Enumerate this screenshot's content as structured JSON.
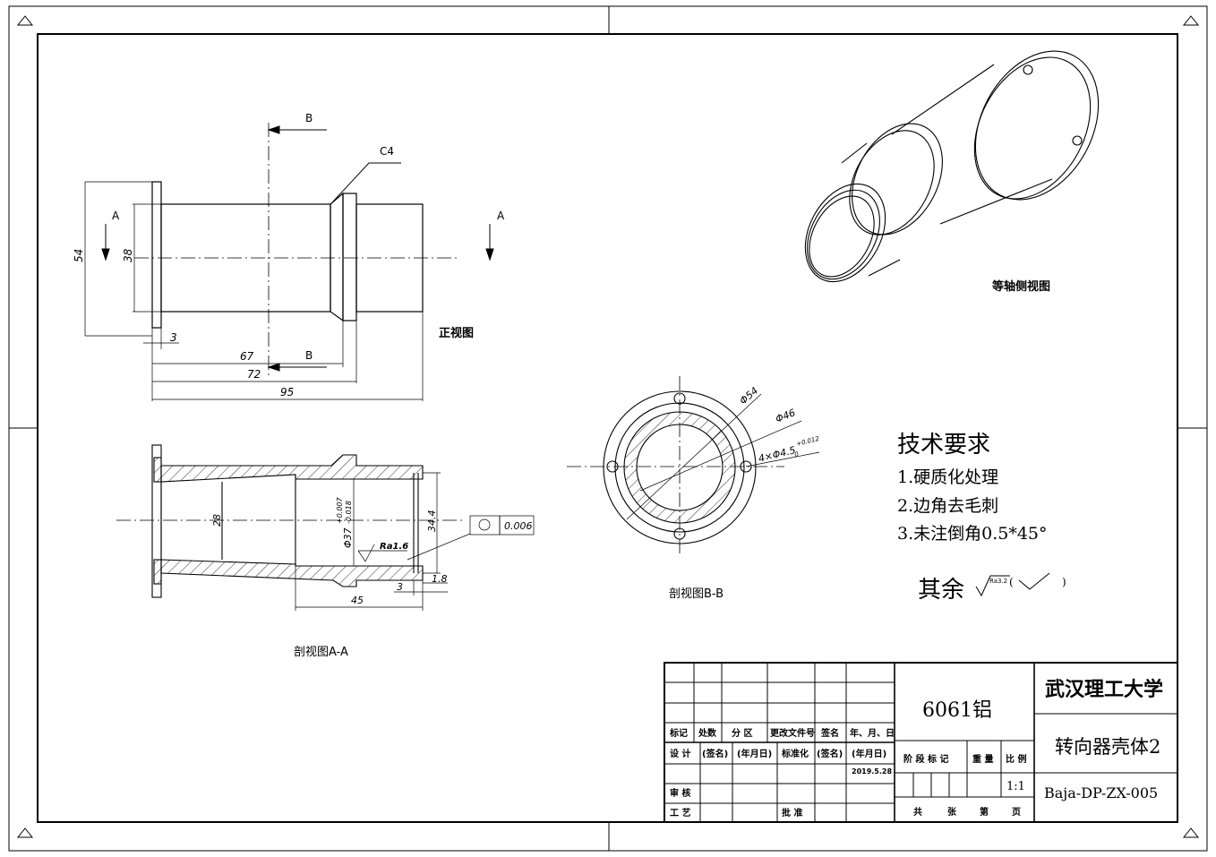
{
  "views": {
    "front_title": "正视图",
    "iso_title": "等轴侧视图",
    "section_a_title": "剖视图A-A",
    "section_b_title": "剖视图B-B"
  },
  "front_view": {
    "section_letter_a": "A",
    "section_letter_b": "B",
    "chamfer_note": "C4",
    "dim_overall_height": "54",
    "dim_bore": "38",
    "dim_flange_thickness": "3",
    "dim_67": "67",
    "dim_72": "72",
    "dim_95": "95"
  },
  "section_a": {
    "dim_28": "28",
    "dim_bore_tol": "Φ37",
    "tol_upper": "+0.007",
    "tol_lower": "-0.018",
    "dim_34_4": "34.4",
    "dim_3": "3",
    "dim_1_8": "1.8",
    "dim_45": "45",
    "roughness": "Ra1.6",
    "circularity_tol": "0.006"
  },
  "section_b": {
    "dim_54": "Φ54",
    "dim_46": "Φ46",
    "hole_spec": "4×Φ4.5",
    "hole_tol": "+0.012",
    "hole_tol_low": "0"
  },
  "tech_req": {
    "heading": "技术要求",
    "item1": "1.硬质化处理",
    "item2": "2.边角去毛刺",
    "item3": "3.未注倒角0.5*45°",
    "remainder": "其余",
    "remainder_ra": "Ra3.2",
    "paren_open": "(",
    "paren_close": ")"
  },
  "title_block": {
    "material": "6061铝",
    "school": "武汉理工大学",
    "part_name": "转向器壳体2",
    "drawing_no": "Baja-DP-ZX-005",
    "h_mark": "标记",
    "h_count": "处数",
    "h_zone": "分 区",
    "h_doc": "更改文件号",
    "h_sign": "签名",
    "h_date": "年、月、日",
    "design": "设 计",
    "sign1": "(签名)",
    "date1": "(年月日)",
    "standard": "标准化",
    "sign2": "(签名)",
    "date2": "(年月日)",
    "design_date": "2019.5.28",
    "review": "审 核",
    "process": "工 艺",
    "approve": "批 准",
    "stage_mark": "阶 段 标 记",
    "weight": "重 量",
    "scale": "比 例",
    "scale_value": "1:1",
    "total": "共",
    "sheets": "张",
    "no": "第",
    "page": "页"
  }
}
